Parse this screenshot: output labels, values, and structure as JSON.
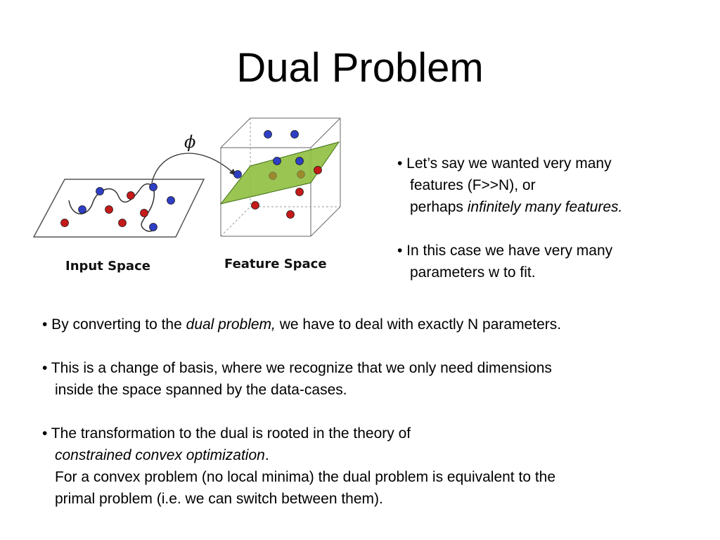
{
  "slide": {
    "title": "Dual Problem"
  },
  "figure": {
    "phi_symbol": "ϕ",
    "input_label": "Input Space",
    "feature_label": "Feature Space",
    "colors": {
      "blue_point": "#2f3fc4",
      "red_point": "#c41a1a",
      "plane": "#8fbf3f",
      "outline": "#555555"
    }
  },
  "right_bullets": {
    "b1_line1": "• Let’s say we wanted very many",
    "b1_line2": "features (F>>N), or",
    "b1_line3_plain": "perhaps ",
    "b1_line3_italic": "infinitely many features.",
    "b2_line1": "• In this case we have very many",
    "b2_line2": "parameters w to fit."
  },
  "body_bullets": {
    "b1_pre": "• By converting to the ",
    "b1_italic": "dual problem,",
    "b1_post": " we have to deal with exactly N parameters.",
    "b2_line1": "• This is a change of basis, where we recognize that we only need dimensions",
    "b2_line2": "inside the space spanned by the data-cases.",
    "b3_line1": "• The transformation to the dual is rooted in the theory of",
    "b3_line2_italic": "constrained convex optimization",
    "b3_line2_post": ".",
    "b3_line3": "For a convex problem (no local minima) the dual problem is equivalent to the",
    "b3_line4": "primal problem (i.e. we can switch between them)."
  }
}
